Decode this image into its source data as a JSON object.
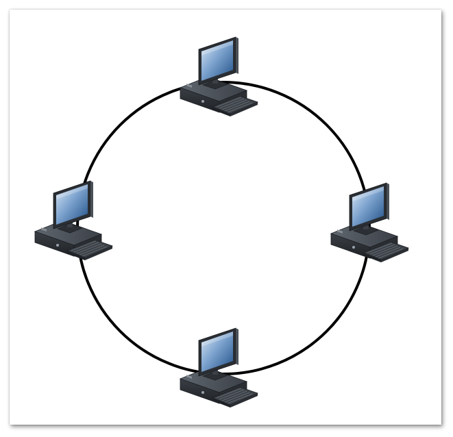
{
  "diagram": {
    "type": "ring-topology",
    "node_count": 4,
    "node_icon": "desktop-computer-icon",
    "link_color": "#000000",
    "nodes": [
      {
        "id": "computer-top",
        "position": "top"
      },
      {
        "id": "computer-right",
        "position": "right"
      },
      {
        "id": "computer-bottom",
        "position": "bottom"
      },
      {
        "id": "computer-left",
        "position": "left"
      }
    ],
    "colors": {
      "screen_light": "#cfe0f2",
      "screen_dark": "#1f4f86",
      "case_dark": "#2a2e33",
      "case_mid": "#4a5057",
      "case_light": "#6c737b"
    }
  }
}
